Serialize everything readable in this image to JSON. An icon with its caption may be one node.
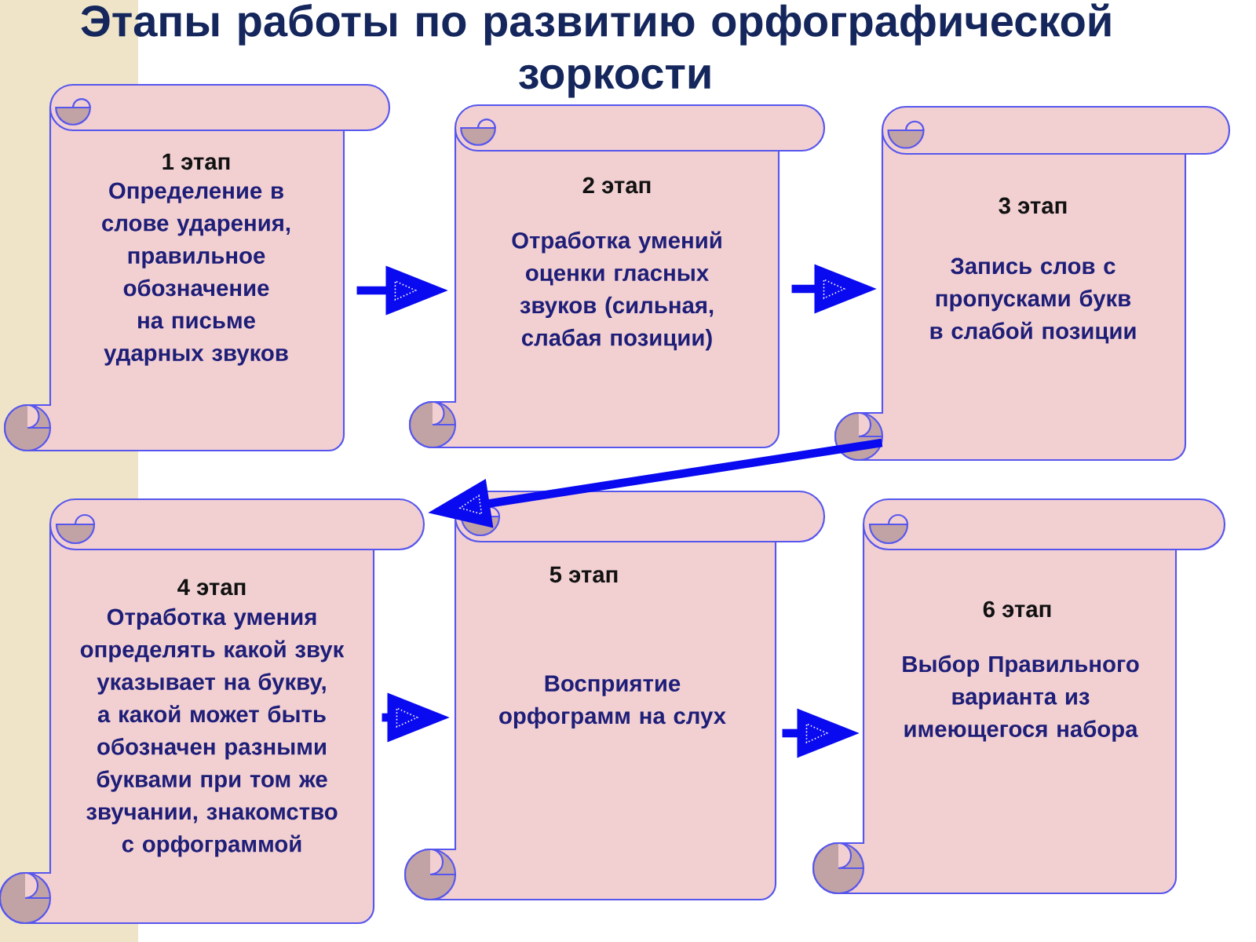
{
  "diagram": {
    "title": "Этапы работы по развитию орфографической зоркости",
    "nodes": [
      {
        "text": [
          "1 этап",
          "Определение в слове ударения, правильное обозначение на письме ударных звуков"
        ]
      },
      {
        "text": [
          "2 этап",
          "Отработка умений оценки гласных звуков (сильная, слабая позиции)"
        ]
      },
      {
        "text": [
          "3 этап",
          "Запись слов с пропусками букв в слабой позиции"
        ]
      },
      {
        "text": [
          "4 этап",
          "Отработка умения определять какой звук указывает на букву, а какой может быть обозначен разными буквами при том же звучании, знакомство с орфограммой"
        ]
      },
      {
        "text": [
          "5 этап",
          "Восприятие орфограмм на слух"
        ]
      },
      {
        "text": [
          "6 этап",
          "Выбор Правильного варианта из имеющегося набора"
        ]
      }
    ],
    "edges": [
      {
        "from": 0,
        "to": 1,
        "arrow": "to"
      },
      {
        "from": 1,
        "to": 2,
        "arrow": "to"
      },
      {
        "from": 2,
        "to": 3,
        "arrow": "to"
      },
      {
        "from": 3,
        "to": 4,
        "arrow": "to"
      },
      {
        "from": 4,
        "to": 5,
        "arrow": "to"
      }
    ]
  }
}
